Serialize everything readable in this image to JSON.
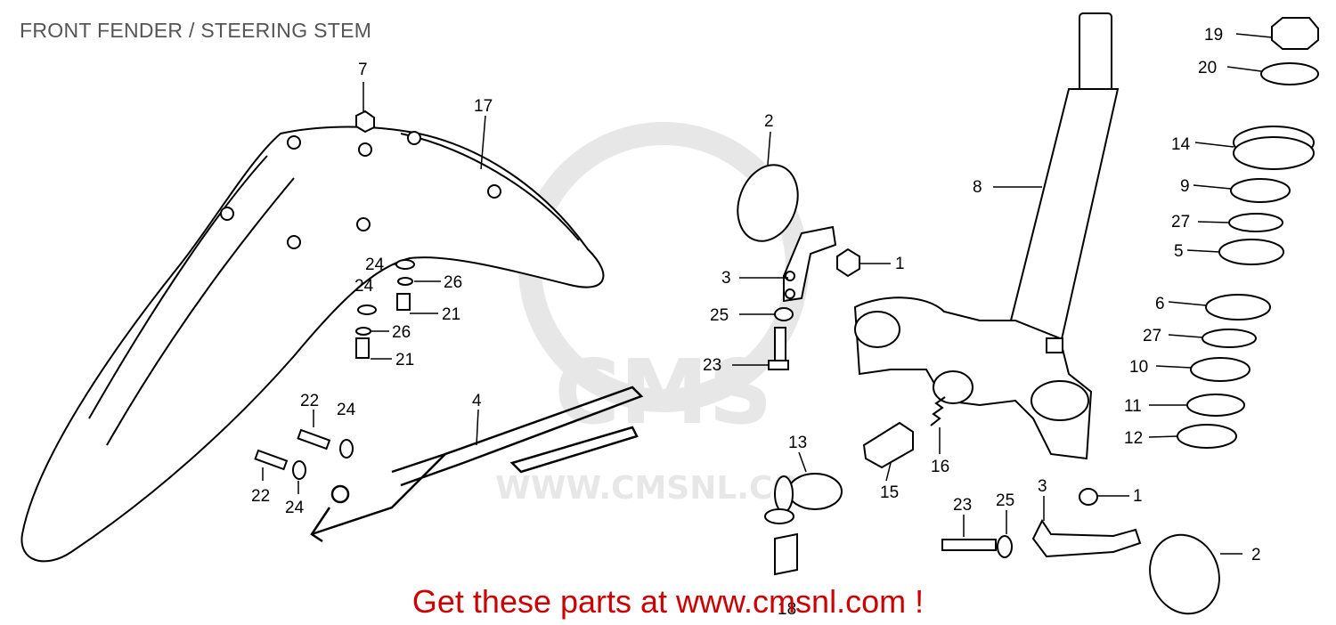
{
  "title": "FRONT FENDER / STEERING STEM",
  "watermark": {
    "brand": "CMS",
    "url": "WWW.CMSNL.COM"
  },
  "footer": {
    "text": "Get these parts at www.cmsnl.com !",
    "color": "#cc0000"
  },
  "callouts": {
    "c1a": "1",
    "c1b": "1",
    "c2a": "2",
    "c2b": "2",
    "c3a": "3",
    "c3b": "3",
    "c4": "4",
    "c5": "5",
    "c6": "6",
    "c7": "7",
    "c8": "8",
    "c9": "9",
    "c10": "10",
    "c11": "11",
    "c12": "12",
    "c13": "13",
    "c14": "14",
    "c15": "15",
    "c16": "16",
    "c17": "17",
    "c18": "18",
    "c19": "19",
    "c20": "20",
    "c21a": "21",
    "c21b": "21",
    "c22a": "22",
    "c22b": "22",
    "c23a": "23",
    "c23b": "23",
    "c24a": "24",
    "c24b": "24",
    "c24c": "24",
    "c24d": "24",
    "c25a": "25",
    "c25b": "25",
    "c26a": "26",
    "c26b": "26",
    "c27a": "27",
    "c27b": "27"
  }
}
